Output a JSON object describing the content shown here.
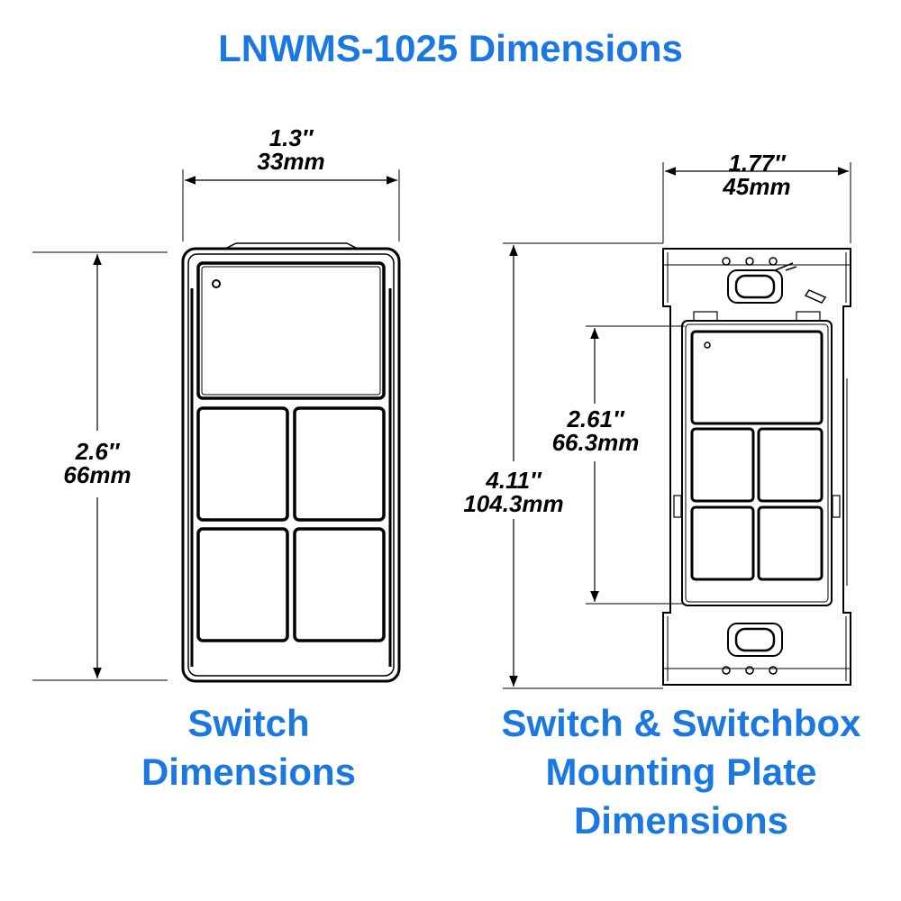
{
  "title": "LNWMS-1025 Dimensions",
  "switch": {
    "width_in": "1.3″",
    "width_mm": "33mm",
    "height_in": "2.6″",
    "height_mm": "66mm",
    "caption_line1": "Switch",
    "caption_line2": "Dimensions"
  },
  "plate": {
    "width_in": "1.77″",
    "width_mm": "45mm",
    "switch_height_in": "2.61″",
    "switch_height_mm": "66.3mm",
    "plate_height_in": "4.11″",
    "plate_height_mm": "104.3mm",
    "caption_line1": "Switch & Switchbox",
    "caption_line2": "Mounting Plate",
    "caption_line3": "Dimensions"
  },
  "colors": {
    "caption": "#1a78e0",
    "line": "#000000"
  }
}
